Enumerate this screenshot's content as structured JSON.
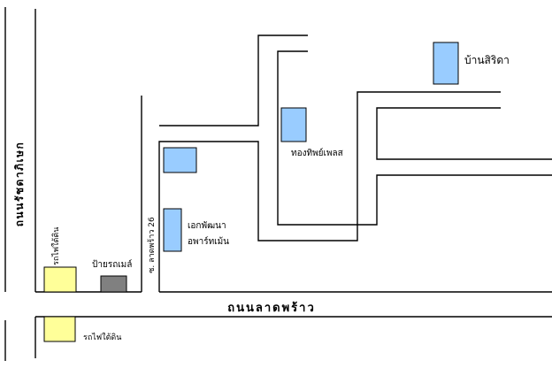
{
  "labels": {
    "road_vertical_left": "ถนนรัชดาภิเษก",
    "road_horizontal_main": "ถนนลาดพร้าว",
    "soi": "ซ. ลาดพร้าว 26",
    "subway_top": "รถไฟใต้ดิน",
    "subway_bottom": "รถไฟใต้ดิน",
    "bus_stop": "ป้ายรถเมล์",
    "thongthip": "ทองทิพย์เพลส",
    "baan_sirida": "บ้านสิริดา",
    "ekpattana_line1": "เอกพัฒนา",
    "ekpattana_line2": "อพาร์ทเม้น"
  },
  "colors": {
    "building_blue": "#99ccff",
    "subway_yellow": "#ffff99",
    "bus_stop_gray": "#808080",
    "road_line": "#000000"
  }
}
